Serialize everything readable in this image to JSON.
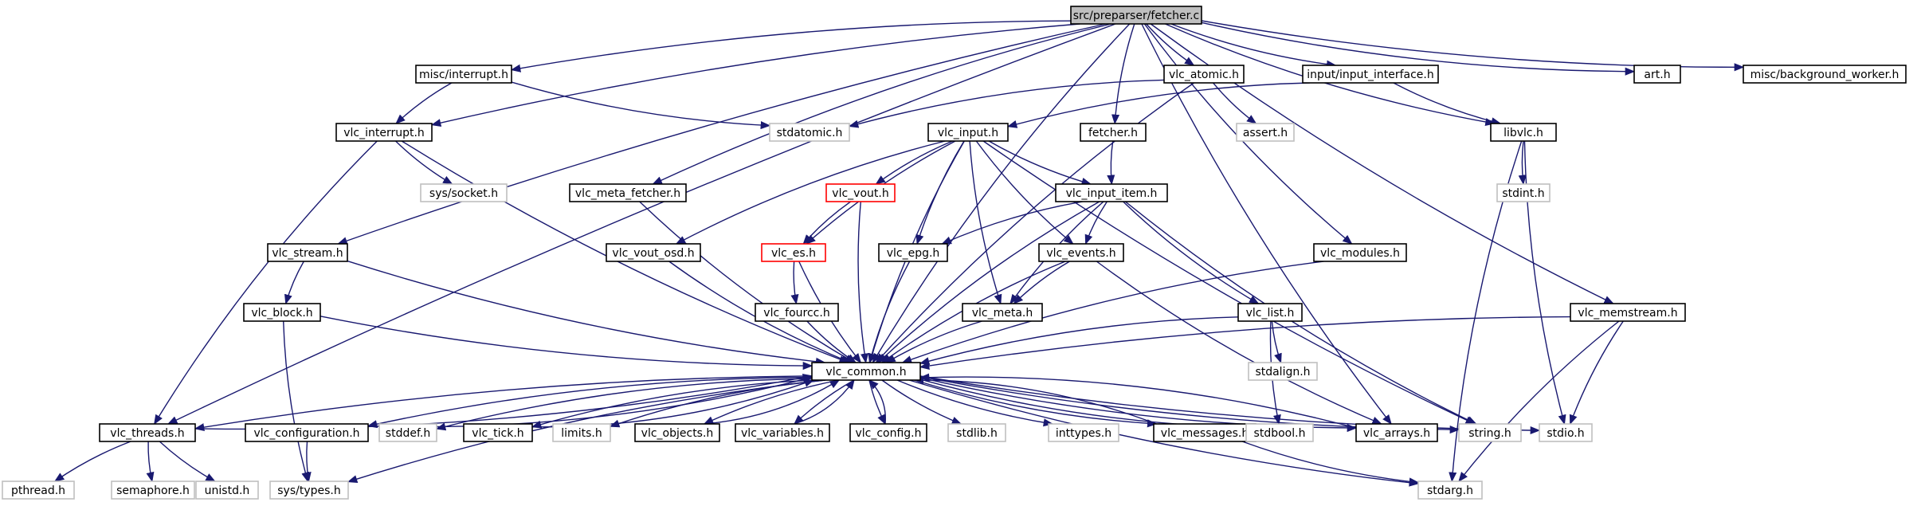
{
  "diagram": {
    "colors": {
      "edge": "#191970",
      "node_border": "#000000",
      "missing_border": "#bfbfbf",
      "truncated_border": "#ff0000",
      "root_fill": "#bfbfbf"
    },
    "nodes": [
      {
        "id": "fetcher_c",
        "label": "src/preparser/fetcher.c",
        "kind": "root"
      },
      {
        "id": "misc_interrupt",
        "label": "misc/interrupt.h",
        "kind": "normal"
      },
      {
        "id": "vlc_atomic",
        "label": "vlc_atomic.h",
        "kind": "normal"
      },
      {
        "id": "input_interface",
        "label": "input/input_interface.h",
        "kind": "normal"
      },
      {
        "id": "art",
        "label": "art.h",
        "kind": "normal"
      },
      {
        "id": "misc_bgworker",
        "label": "misc/background_worker.h",
        "kind": "normal"
      },
      {
        "id": "vlc_interrupt",
        "label": "vlc_interrupt.h",
        "kind": "normal"
      },
      {
        "id": "stdatomic",
        "label": "stdatomic.h",
        "kind": "missing"
      },
      {
        "id": "vlc_input",
        "label": "vlc_input.h",
        "kind": "normal"
      },
      {
        "id": "assert",
        "label": "assert.h",
        "kind": "missing"
      },
      {
        "id": "fetcher_h",
        "label": "fetcher.h",
        "kind": "normal"
      },
      {
        "id": "libvlc",
        "label": "libvlc.h",
        "kind": "normal"
      },
      {
        "id": "sys_socket",
        "label": "sys/socket.h",
        "kind": "missing"
      },
      {
        "id": "vlc_meta_fetcher",
        "label": "vlc_meta_fetcher.h",
        "kind": "normal"
      },
      {
        "id": "vlc_vout",
        "label": "vlc_vout.h",
        "kind": "truncated"
      },
      {
        "id": "vlc_input_item",
        "label": "vlc_input_item.h",
        "kind": "normal"
      },
      {
        "id": "stdint",
        "label": "stdint.h",
        "kind": "missing"
      },
      {
        "id": "vlc_stream",
        "label": "vlc_stream.h",
        "kind": "normal"
      },
      {
        "id": "vlc_vout_osd",
        "label": "vlc_vout_osd.h",
        "kind": "normal"
      },
      {
        "id": "vlc_es",
        "label": "vlc_es.h",
        "kind": "truncated"
      },
      {
        "id": "vlc_epg",
        "label": "vlc_epg.h",
        "kind": "normal"
      },
      {
        "id": "vlc_events",
        "label": "vlc_events.h",
        "kind": "normal"
      },
      {
        "id": "vlc_modules",
        "label": "vlc_modules.h",
        "kind": "normal"
      },
      {
        "id": "vlc_block",
        "label": "vlc_block.h",
        "kind": "normal"
      },
      {
        "id": "vlc_fourcc",
        "label": "vlc_fourcc.h",
        "kind": "normal"
      },
      {
        "id": "vlc_meta",
        "label": "vlc_meta.h",
        "kind": "normal"
      },
      {
        "id": "vlc_list",
        "label": "vlc_list.h",
        "kind": "normal"
      },
      {
        "id": "vlc_memstream",
        "label": "vlc_memstream.h",
        "kind": "normal"
      },
      {
        "id": "stdalign",
        "label": "stdalign.h",
        "kind": "missing"
      },
      {
        "id": "vlc_common",
        "label": "vlc_common.h",
        "kind": "normal"
      },
      {
        "id": "vlc_threads",
        "label": "vlc_threads.h",
        "kind": "normal"
      },
      {
        "id": "vlc_configuration",
        "label": "vlc_configuration.h",
        "kind": "normal"
      },
      {
        "id": "stddef",
        "label": "stddef.h",
        "kind": "missing"
      },
      {
        "id": "vlc_tick",
        "label": "vlc_tick.h",
        "kind": "normal"
      },
      {
        "id": "limits",
        "label": "limits.h",
        "kind": "missing"
      },
      {
        "id": "vlc_objects",
        "label": "vlc_objects.h",
        "kind": "normal"
      },
      {
        "id": "vlc_variables",
        "label": "vlc_variables.h",
        "kind": "normal"
      },
      {
        "id": "vlc_config",
        "label": "vlc_config.h",
        "kind": "normal"
      },
      {
        "id": "stdlib",
        "label": "stdlib.h",
        "kind": "missing"
      },
      {
        "id": "inttypes",
        "label": "inttypes.h",
        "kind": "missing"
      },
      {
        "id": "vlc_messages",
        "label": "vlc_messages.h",
        "kind": "normal"
      },
      {
        "id": "stdbool",
        "label": "stdbool.h",
        "kind": "missing"
      },
      {
        "id": "vlc_arrays",
        "label": "vlc_arrays.h",
        "kind": "normal"
      },
      {
        "id": "string_h",
        "label": "string.h",
        "kind": "missing"
      },
      {
        "id": "stdio",
        "label": "stdio.h",
        "kind": "missing"
      },
      {
        "id": "pthread",
        "label": "pthread.h",
        "kind": "missing"
      },
      {
        "id": "semaphore",
        "label": "semaphore.h",
        "kind": "missing"
      },
      {
        "id": "unistd",
        "label": "unistd.h",
        "kind": "missing"
      },
      {
        "id": "sys_types",
        "label": "sys/types.h",
        "kind": "missing"
      },
      {
        "id": "stdarg",
        "label": "stdarg.h",
        "kind": "missing"
      }
    ],
    "edges": [
      [
        "fetcher_c",
        "misc_interrupt"
      ],
      [
        "fetcher_c",
        "vlc_atomic"
      ],
      [
        "fetcher_c",
        "input_interface"
      ],
      [
        "fetcher_c",
        "art"
      ],
      [
        "fetcher_c",
        "misc_bgworker"
      ],
      [
        "fetcher_c",
        "vlc_interrupt"
      ],
      [
        "fetcher_c",
        "fetcher_h"
      ],
      [
        "fetcher_c",
        "libvlc"
      ],
      [
        "fetcher_c",
        "vlc_meta_fetcher"
      ],
      [
        "fetcher_c",
        "vlc_stream"
      ],
      [
        "fetcher_c",
        "vlc_modules"
      ],
      [
        "fetcher_c",
        "vlc_memstream"
      ],
      [
        "fetcher_c",
        "vlc_common"
      ],
      [
        "fetcher_c",
        "vlc_threads"
      ],
      [
        "fetcher_c",
        "vlc_arrays"
      ],
      [
        "misc_interrupt",
        "vlc_interrupt"
      ],
      [
        "misc_interrupt",
        "stdatomic"
      ],
      [
        "vlc_atomic",
        "stdatomic"
      ],
      [
        "vlc_atomic",
        "assert"
      ],
      [
        "vlc_atomic",
        "vlc_common"
      ],
      [
        "input_interface",
        "vlc_input"
      ],
      [
        "input_interface",
        "libvlc"
      ],
      [
        "vlc_interrupt",
        "sys_socket"
      ],
      [
        "vlc_interrupt",
        "vlc_threads"
      ],
      [
        "vlc_interrupt",
        "vlc_common"
      ],
      [
        "vlc_input",
        "vlc_vout"
      ],
      [
        "vlc_input",
        "vlc_input_item"
      ],
      [
        "vlc_input",
        "vlc_vout_osd"
      ],
      [
        "vlc_input",
        "vlc_es"
      ],
      [
        "vlc_input",
        "vlc_epg"
      ],
      [
        "vlc_input",
        "vlc_events"
      ],
      [
        "vlc_input",
        "vlc_meta"
      ],
      [
        "vlc_input",
        "vlc_common"
      ],
      [
        "vlc_input",
        "string_h"
      ],
      [
        "fetcher_h",
        "vlc_input_item"
      ],
      [
        "libvlc",
        "stdint"
      ],
      [
        "libvlc",
        "stdio"
      ],
      [
        "libvlc",
        "stdarg"
      ],
      [
        "vlc_meta_fetcher",
        "vlc_common"
      ],
      [
        "vlc_vout",
        "vlc_es"
      ],
      [
        "vlc_vout",
        "vlc_common"
      ],
      [
        "vlc_input_item",
        "vlc_epg"
      ],
      [
        "vlc_input_item",
        "vlc_events"
      ],
      [
        "vlc_input_item",
        "vlc_meta"
      ],
      [
        "vlc_input_item",
        "vlc_list"
      ],
      [
        "vlc_input_item",
        "vlc_common"
      ],
      [
        "vlc_input_item",
        "string_h"
      ],
      [
        "vlc_stream",
        "vlc_block"
      ],
      [
        "vlc_stream",
        "vlc_common"
      ],
      [
        "vlc_vout_osd",
        "vlc_common"
      ],
      [
        "vlc_es",
        "vlc_fourcc"
      ],
      [
        "vlc_es",
        "vlc_common"
      ],
      [
        "vlc_epg",
        "vlc_common"
      ],
      [
        "vlc_events",
        "vlc_meta"
      ],
      [
        "vlc_events",
        "vlc_common"
      ],
      [
        "vlc_events",
        "vlc_arrays"
      ],
      [
        "vlc_modules",
        "vlc_common"
      ],
      [
        "vlc_block",
        "vlc_common"
      ],
      [
        "vlc_block",
        "sys_types"
      ],
      [
        "vlc_fourcc",
        "vlc_common"
      ],
      [
        "vlc_meta",
        "vlc_common"
      ],
      [
        "vlc_list",
        "stdalign"
      ],
      [
        "vlc_list",
        "stdbool"
      ],
      [
        "vlc_list",
        "vlc_common"
      ],
      [
        "vlc_memstream",
        "vlc_common"
      ],
      [
        "vlc_memstream",
        "stdio"
      ],
      [
        "vlc_memstream",
        "stdarg"
      ],
      [
        "vlc_common",
        "vlc_threads"
      ],
      [
        "vlc_common",
        "vlc_configuration"
      ],
      [
        "vlc_common",
        "stddef"
      ],
      [
        "vlc_common",
        "vlc_tick"
      ],
      [
        "vlc_common",
        "limits"
      ],
      [
        "vlc_common",
        "vlc_objects"
      ],
      [
        "vlc_common",
        "vlc_variables"
      ],
      [
        "vlc_common",
        "vlc_config"
      ],
      [
        "vlc_common",
        "stdlib"
      ],
      [
        "vlc_common",
        "inttypes"
      ],
      [
        "vlc_common",
        "vlc_messages"
      ],
      [
        "vlc_common",
        "stdbool"
      ],
      [
        "vlc_common",
        "vlc_arrays"
      ],
      [
        "vlc_common",
        "string_h"
      ],
      [
        "vlc_common",
        "stdio"
      ],
      [
        "vlc_common",
        "stdarg"
      ],
      [
        "vlc_common",
        "sys_types"
      ],
      [
        "vlc_threads",
        "vlc_common"
      ],
      [
        "vlc_threads",
        "pthread"
      ],
      [
        "vlc_threads",
        "semaphore"
      ],
      [
        "vlc_threads",
        "unistd"
      ],
      [
        "vlc_configuration",
        "vlc_common"
      ],
      [
        "vlc_configuration",
        "sys_types"
      ],
      [
        "vlc_tick",
        "vlc_common"
      ],
      [
        "vlc_objects",
        "vlc_common"
      ],
      [
        "vlc_variables",
        "vlc_common"
      ],
      [
        "vlc_config",
        "vlc_common"
      ],
      [
        "vlc_messages",
        "vlc_common"
      ],
      [
        "vlc_messages",
        "stdarg"
      ],
      [
        "vlc_arrays",
        "vlc_common"
      ]
    ]
  }
}
